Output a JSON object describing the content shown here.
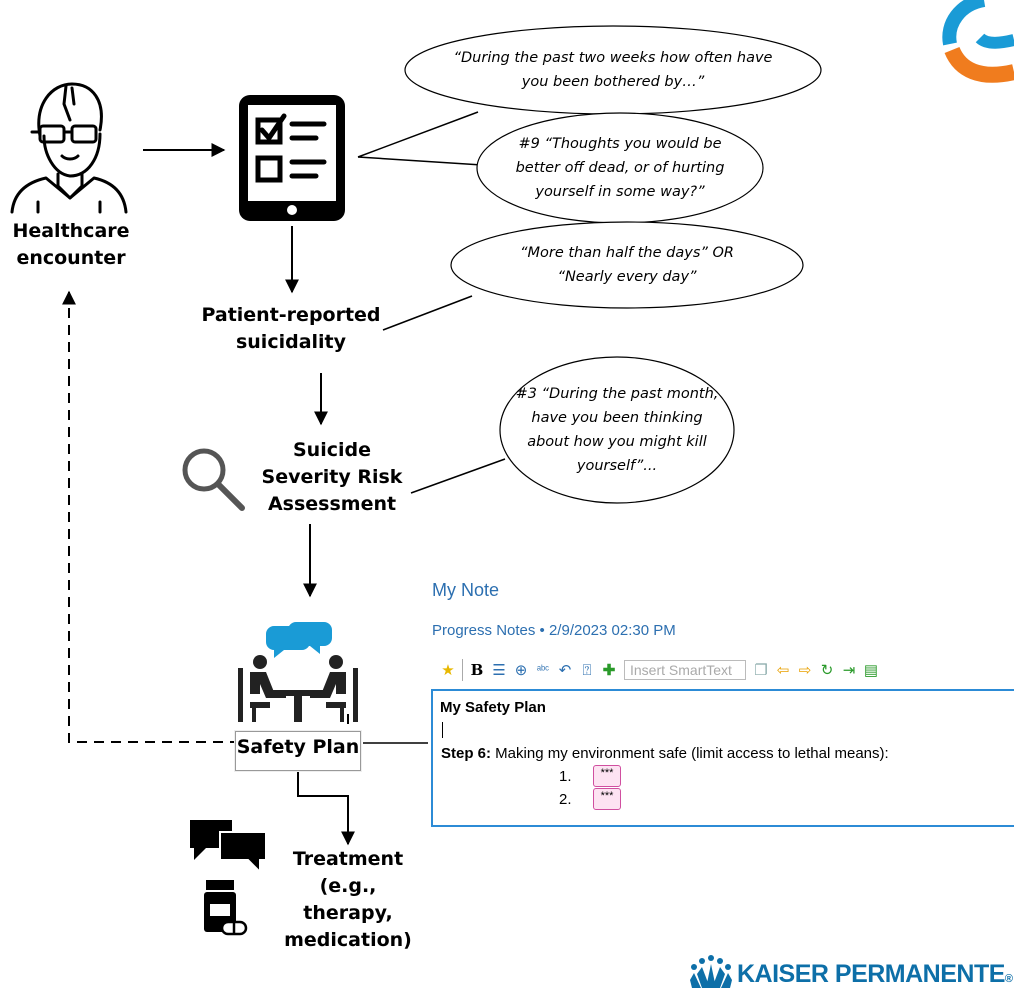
{
  "nodes": {
    "encounter": "Healthcare\nencounter",
    "reported": "Patient-reported\nsuicidality",
    "assessment": "Suicide\nSeverity Risk\nAssessment",
    "safety_plan": "Safety Plan",
    "treatment": "Treatment\n(e.g.,\ntherapy,\nmedication)"
  },
  "callouts": {
    "phq_intro": "“During the past two weeks how often have\nyou been bothered by…”",
    "phq_item9": "#9 “Thoughts you would be\nbetter off dead, or of hurting\nyourself in some way?”",
    "response": "“More than half the days” OR\n“Nearly every day”",
    "cssrs_item3": "#3 “During the past month,\nhave you been thinking\nabout how you might kill\nyourself”..."
  },
  "ehr_note": {
    "title": "My Note",
    "subtitle": "Progress Notes • 2/9/2023 02:30 PM",
    "toolbar_icons": [
      "star-icon",
      "bold-icon",
      "list-icon",
      "zoom-icon",
      "spellcheck-icon",
      "undo-icon",
      "help-icon",
      "add-icon",
      "copy-icon",
      "arrow-left-icon",
      "arrow-right-icon",
      "refresh-icon",
      "import-icon",
      "document-icon"
    ],
    "smarttext_placeholder": "Insert SmartText",
    "heading": "My Safety Plan",
    "step_label": "Step 6:",
    "step_text": " Making my environment safe (limit access to lethal means):",
    "items": [
      {
        "number": "1.",
        "placeholder": "***"
      },
      {
        "number": "2.",
        "placeholder": "***"
      }
    ]
  },
  "logo": {
    "text": "KAISER PERMANENTE",
    "registered": "®",
    "brand_color": "#0d6fa8",
    "accent_blue": "#1a9bd6",
    "accent_orange": "#f07c1e"
  }
}
